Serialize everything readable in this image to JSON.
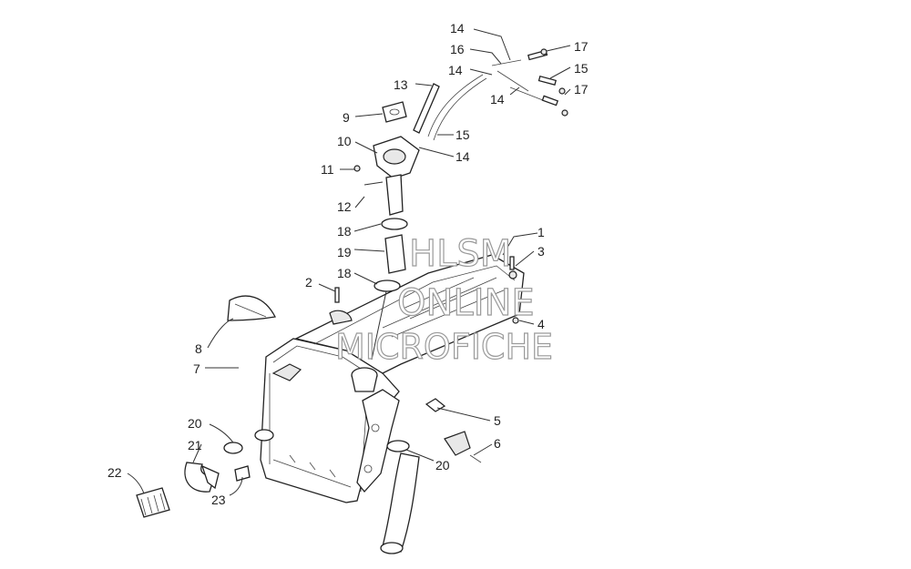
{
  "watermark": {
    "line1": "HLSM",
    "line2": "ONLINE",
    "line3": "MICROFICHE"
  },
  "callouts": [
    {
      "id": "c1",
      "text": "1"
    },
    {
      "id": "c2",
      "text": "2"
    },
    {
      "id": "c3",
      "text": "3"
    },
    {
      "id": "c4",
      "text": "4"
    },
    {
      "id": "c5",
      "text": "5"
    },
    {
      "id": "c6",
      "text": "6"
    },
    {
      "id": "c7",
      "text": "7"
    },
    {
      "id": "c8",
      "text": "8"
    },
    {
      "id": "c9",
      "text": "9"
    },
    {
      "id": "c10",
      "text": "10"
    },
    {
      "id": "c11",
      "text": "11"
    },
    {
      "id": "c12",
      "text": "12"
    },
    {
      "id": "c13",
      "text": "13"
    },
    {
      "id": "c14a",
      "text": "14"
    },
    {
      "id": "c14b",
      "text": "14"
    },
    {
      "id": "c14c",
      "text": "14"
    },
    {
      "id": "c14d",
      "text": "14"
    },
    {
      "id": "c15a",
      "text": "15"
    },
    {
      "id": "c15b",
      "text": "15"
    },
    {
      "id": "c16",
      "text": "16"
    },
    {
      "id": "c17a",
      "text": "17"
    },
    {
      "id": "c17b",
      "text": "17"
    },
    {
      "id": "c18a",
      "text": "18"
    },
    {
      "id": "c18b",
      "text": "18"
    },
    {
      "id": "c19",
      "text": "19"
    },
    {
      "id": "c20a",
      "text": "20"
    },
    {
      "id": "c20b",
      "text": "20"
    },
    {
      "id": "c21",
      "text": "21"
    },
    {
      "id": "c22",
      "text": "22"
    },
    {
      "id": "c23",
      "text": "23"
    }
  ]
}
